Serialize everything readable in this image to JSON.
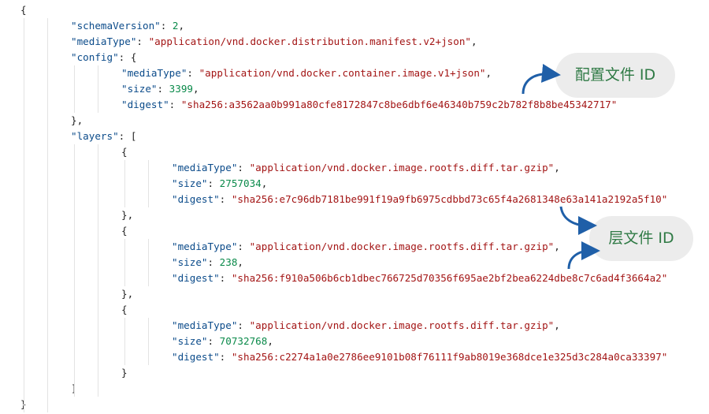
{
  "code": {
    "lines": [
      {
        "indent": 0,
        "parts": [
          {
            "t": "p",
            "v": "{"
          }
        ]
      },
      {
        "indent": 1,
        "parts": [
          {
            "t": "k",
            "v": "\"schemaVersion\""
          },
          {
            "t": "p",
            "v": ": "
          },
          {
            "t": "n",
            "v": "2"
          },
          {
            "t": "p",
            "v": ","
          }
        ]
      },
      {
        "indent": 1,
        "parts": [
          {
            "t": "k",
            "v": "\"mediaType\""
          },
          {
            "t": "p",
            "v": ": "
          },
          {
            "t": "s",
            "v": "\"application/vnd.docker.distribution.manifest.v2+json\""
          },
          {
            "t": "p",
            "v": ","
          }
        ]
      },
      {
        "indent": 1,
        "parts": [
          {
            "t": "k",
            "v": "\"config\""
          },
          {
            "t": "p",
            "v": ": {"
          }
        ]
      },
      {
        "indent": 2,
        "parts": [
          {
            "t": "k",
            "v": "\"mediaType\""
          },
          {
            "t": "p",
            "v": ": "
          },
          {
            "t": "s",
            "v": "\"application/vnd.docker.container.image.v1+json\""
          },
          {
            "t": "p",
            "v": ","
          }
        ]
      },
      {
        "indent": 2,
        "parts": [
          {
            "t": "k",
            "v": "\"size\""
          },
          {
            "t": "p",
            "v": ": "
          },
          {
            "t": "n",
            "v": "3399"
          },
          {
            "t": "p",
            "v": ","
          }
        ]
      },
      {
        "indent": 2,
        "parts": [
          {
            "t": "k",
            "v": "\"digest\""
          },
          {
            "t": "p",
            "v": ": "
          },
          {
            "t": "s",
            "v": "\"sha256:a3562aa0b991a80cfe8172847c8be6dbf6e46340b759c2b782f8b8be45342717\""
          }
        ]
      },
      {
        "indent": 1,
        "parts": [
          {
            "t": "p",
            "v": "},"
          }
        ]
      },
      {
        "indent": 1,
        "parts": [
          {
            "t": "k",
            "v": "\"layers\""
          },
          {
            "t": "p",
            "v": ": ["
          }
        ]
      },
      {
        "indent": 2,
        "parts": [
          {
            "t": "p",
            "v": "{"
          }
        ]
      },
      {
        "indent": 3,
        "parts": [
          {
            "t": "k",
            "v": "\"mediaType\""
          },
          {
            "t": "p",
            "v": ": "
          },
          {
            "t": "s",
            "v": "\"application/vnd.docker.image.rootfs.diff.tar.gzip\""
          },
          {
            "t": "p",
            "v": ","
          }
        ]
      },
      {
        "indent": 3,
        "parts": [
          {
            "t": "k",
            "v": "\"size\""
          },
          {
            "t": "p",
            "v": ": "
          },
          {
            "t": "n",
            "v": "2757034"
          },
          {
            "t": "p",
            "v": ","
          }
        ]
      },
      {
        "indent": 3,
        "parts": [
          {
            "t": "k",
            "v": "\"digest\""
          },
          {
            "t": "p",
            "v": ": "
          },
          {
            "t": "s",
            "v": "\"sha256:e7c96db7181be991f19a9fb6975cdbbd73c65f4a2681348e63a141a2192a5f10\""
          }
        ]
      },
      {
        "indent": 2,
        "parts": [
          {
            "t": "p",
            "v": "},"
          }
        ]
      },
      {
        "indent": 2,
        "parts": [
          {
            "t": "p",
            "v": "{"
          }
        ]
      },
      {
        "indent": 3,
        "parts": [
          {
            "t": "k",
            "v": "\"mediaType\""
          },
          {
            "t": "p",
            "v": ": "
          },
          {
            "t": "s",
            "v": "\"application/vnd.docker.image.rootfs.diff.tar.gzip\""
          },
          {
            "t": "p",
            "v": ","
          }
        ]
      },
      {
        "indent": 3,
        "parts": [
          {
            "t": "k",
            "v": "\"size\""
          },
          {
            "t": "p",
            "v": ": "
          },
          {
            "t": "n",
            "v": "238"
          },
          {
            "t": "p",
            "v": ","
          }
        ]
      },
      {
        "indent": 3,
        "parts": [
          {
            "t": "k",
            "v": "\"digest\""
          },
          {
            "t": "p",
            "v": ": "
          },
          {
            "t": "s",
            "v": "\"sha256:f910a506b6cb1dbec766725d70356f695ae2bf2bea6224dbe8c7c6ad4f3664a2\""
          }
        ]
      },
      {
        "indent": 2,
        "parts": [
          {
            "t": "p",
            "v": "},"
          }
        ]
      },
      {
        "indent": 2,
        "parts": [
          {
            "t": "p",
            "v": "{"
          }
        ]
      },
      {
        "indent": 3,
        "parts": [
          {
            "t": "k",
            "v": "\"mediaType\""
          },
          {
            "t": "p",
            "v": ": "
          },
          {
            "t": "s",
            "v": "\"application/vnd.docker.image.rootfs.diff.tar.gzip\""
          },
          {
            "t": "p",
            "v": ","
          }
        ]
      },
      {
        "indent": 3,
        "parts": [
          {
            "t": "k",
            "v": "\"size\""
          },
          {
            "t": "p",
            "v": ": "
          },
          {
            "t": "n",
            "v": "70732768"
          },
          {
            "t": "p",
            "v": ","
          }
        ]
      },
      {
        "indent": 3,
        "parts": [
          {
            "t": "k",
            "v": "\"digest\""
          },
          {
            "t": "p",
            "v": ": "
          },
          {
            "t": "s",
            "v": "\"sha256:c2274a1a0e2786ee9101b08f76111f9ab8019e368dce1e325d3c284a0ca33397\""
          }
        ]
      },
      {
        "indent": 2,
        "parts": [
          {
            "t": "p",
            "v": "}"
          }
        ]
      },
      {
        "indent": 1,
        "parts": [
          {
            "t": "p",
            "v": "]"
          }
        ]
      },
      {
        "indent": 0,
        "parts": [
          {
            "t": "p",
            "v": "}"
          }
        ]
      }
    ]
  },
  "annotations": {
    "config_label": "配置文件 ID",
    "layer_label": "层文件 ID"
  },
  "colors": {
    "key": "#0b4b8a",
    "string": "#a31515",
    "number": "#0a8a4a",
    "arrow": "#1f5fa8",
    "bubble_text": "#2f7a45",
    "bubble_bg": "#ececec"
  }
}
